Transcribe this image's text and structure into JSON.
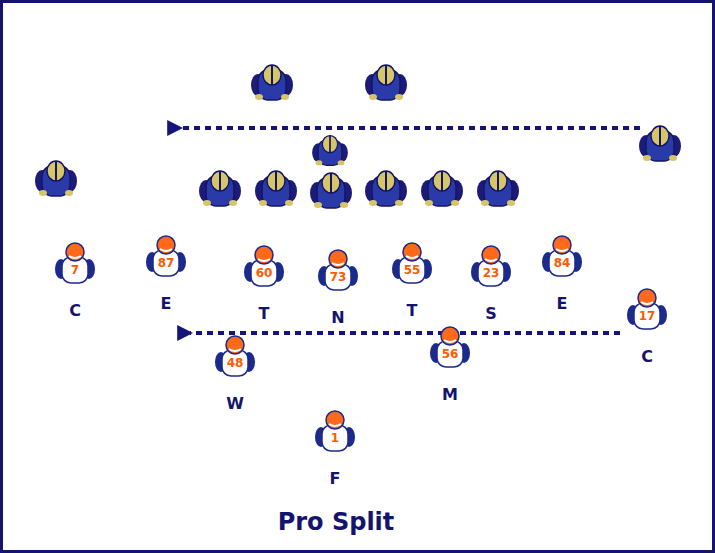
{
  "diagram": {
    "title": "Pro Split",
    "nodes": [
      {
        "text": [
          "7",
          "C"
        ]
      },
      {
        "text": [
          "87",
          "E"
        ]
      },
      {
        "text": [
          "60",
          "T"
        ]
      },
      {
        "text": [
          "73",
          "N"
        ]
      },
      {
        "text": [
          "55",
          "T"
        ]
      },
      {
        "text": [
          "23",
          "S"
        ]
      },
      {
        "text": [
          "84",
          "E"
        ]
      },
      {
        "text": [
          "17",
          "C"
        ]
      },
      {
        "text": [
          "48",
          "W"
        ]
      },
      {
        "text": [
          "56",
          "M"
        ]
      },
      {
        "text": [
          "1",
          "F"
        ]
      }
    ]
  }
}
